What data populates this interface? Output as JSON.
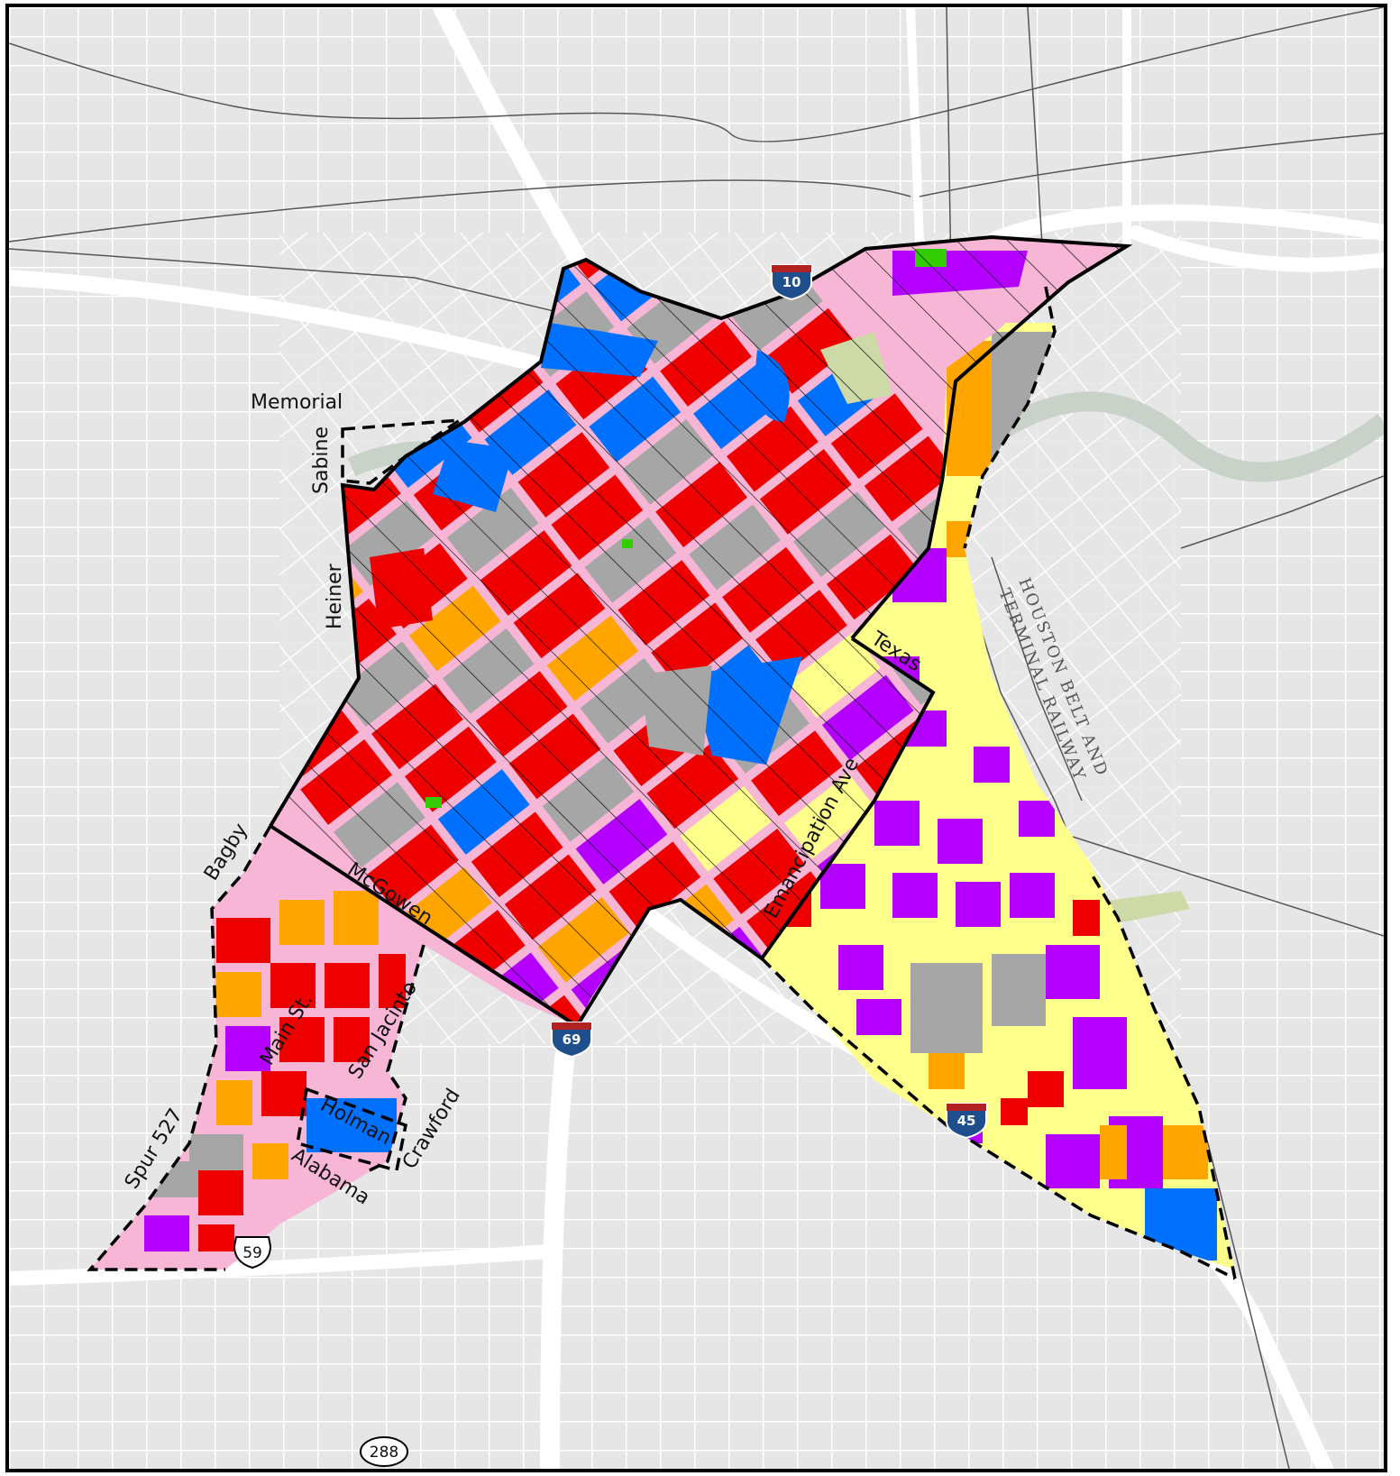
{
  "map": {
    "colors": {
      "background": "#e6e6e6",
      "street": "#ffffff",
      "highway": "#ffffff",
      "rail": "#555555",
      "boundary": "#000000",
      "red": "#ee0000",
      "pink": "#f7b6d6",
      "orange": "#ffa500",
      "blue": "#0070ff",
      "gray": "#a6a6a6",
      "purple": "#b400ff",
      "yellow": "#ffff8c",
      "green_space": "#cdd9a6",
      "bright_green": "#33cc00"
    },
    "street_labels": {
      "memorial": "Memorial",
      "sabine": "Sabine",
      "heiner": "Heiner",
      "bagby": "Bagby",
      "mcgowen": "McGowen",
      "main_st": "Main St.",
      "san_jacinto": "San Jacinto",
      "holman": "Holman",
      "crawford": "Crawford",
      "alabama": "Alabama",
      "spur_527": "Spur 527",
      "texas": "Texas",
      "emancipation": "Emancipation Ave"
    },
    "railway_label_line1": "HOUSTON BELT AND",
    "railway_label_line2": "TERMINAL RAILWAY",
    "highway_shields": [
      {
        "number": "10",
        "kind": "interstate"
      },
      {
        "number": "69",
        "kind": "interstate"
      },
      {
        "number": "45",
        "kind": "interstate"
      },
      {
        "number": "59",
        "kind": "us"
      },
      {
        "number": "288",
        "kind": "state"
      }
    ]
  }
}
